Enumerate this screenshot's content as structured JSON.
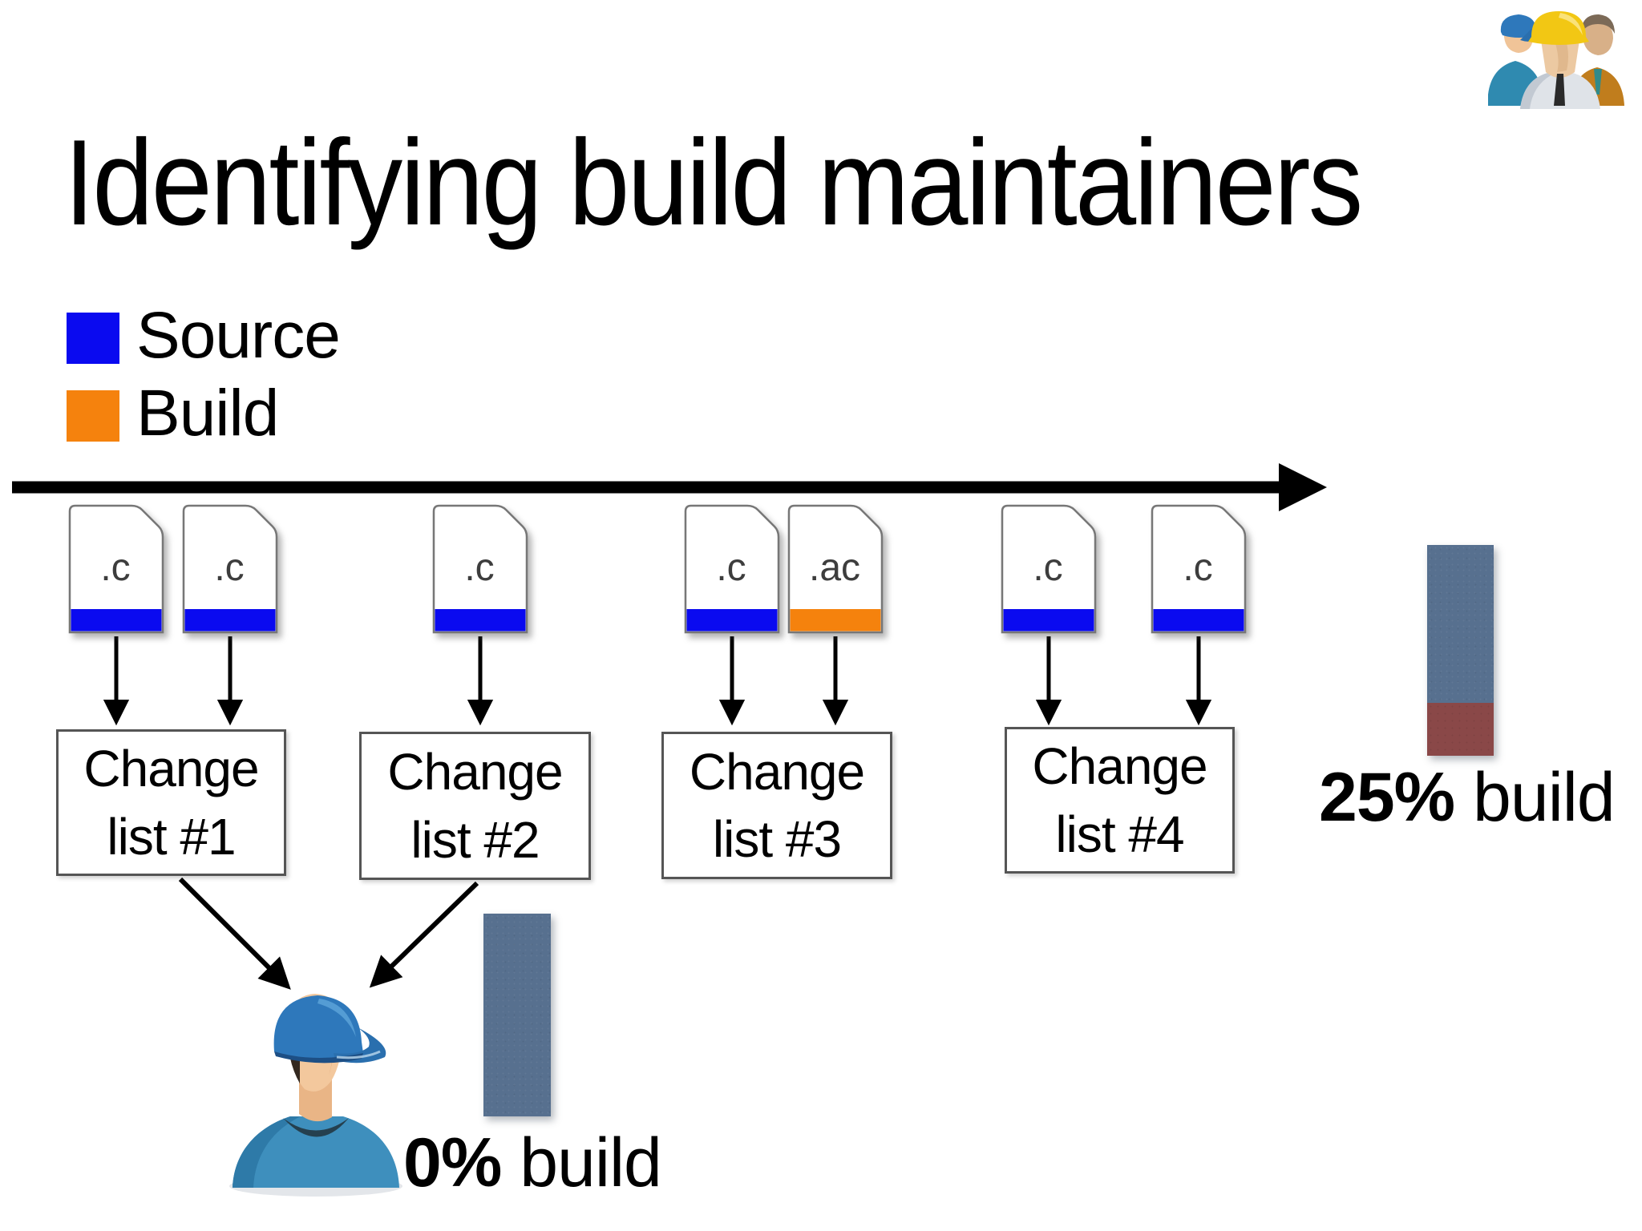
{
  "slide": {
    "title": "Identifying build maintainers"
  },
  "legend": {
    "items": [
      {
        "label": "Source",
        "color": "#0a0af0"
      },
      {
        "label": "Build",
        "color": "#f5820d"
      }
    ]
  },
  "files": [
    {
      "label": ".c",
      "type": "source"
    },
    {
      "label": ".c",
      "type": "source"
    },
    {
      "label": ".c",
      "type": "source"
    },
    {
      "label": ".c",
      "type": "source"
    },
    {
      "label": ".ac",
      "type": "build"
    },
    {
      "label": ".c",
      "type": "source"
    },
    {
      "label": ".c",
      "type": "source"
    }
  ],
  "change_lists": [
    {
      "line1": "Change",
      "line2": "list #1"
    },
    {
      "line1": "Change",
      "line2": "list #2"
    },
    {
      "line1": "Change",
      "line2": "list #3"
    },
    {
      "line1": "Change",
      "line2": "list #4"
    }
  ],
  "bars": {
    "maintainer": {
      "source_pct": 100,
      "build_pct": 0,
      "label_bold": "0%",
      "label_rest": " build"
    },
    "right": {
      "source_pct": 75,
      "build_pct": 25,
      "label_bold": "25%",
      "label_rest": " build"
    }
  },
  "colors": {
    "source_share_bar": "#57708f",
    "build_share_bar": "#8a4848"
  },
  "icons": {
    "team": "three-workers-icon",
    "maintainer": "capped-developer-avatar"
  }
}
